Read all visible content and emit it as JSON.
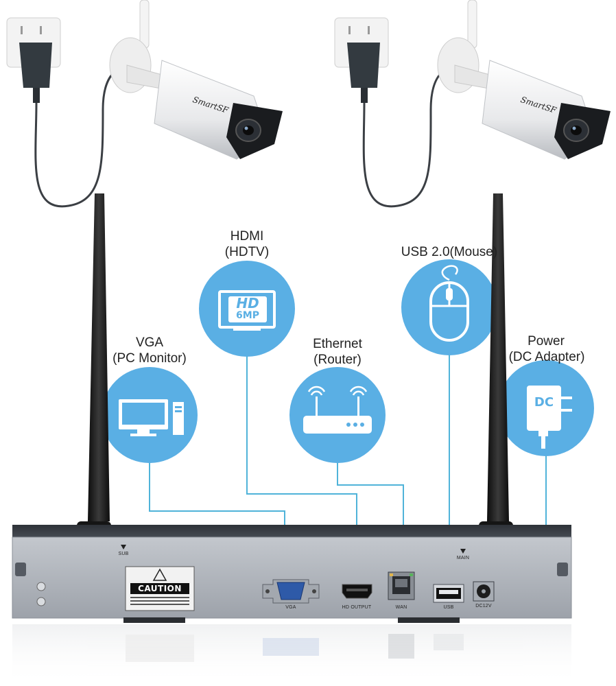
{
  "cameras": [
    {
      "brand": "SmartSF"
    },
    {
      "brand": "SmartSF"
    }
  ],
  "callouts": {
    "vga": {
      "line1": "VGA",
      "line2": "(PC Monitor)",
      "icon": "monitor-pc-icon"
    },
    "hdmi": {
      "line1": "HDMI",
      "line2": "(HDTV)",
      "icon": "hd-tv-icon",
      "badge_top": "HD",
      "badge_bottom": "6MP"
    },
    "ethernet": {
      "line1": "Ethernet",
      "line2": "(Router)",
      "icon": "router-icon"
    },
    "usb": {
      "line1": "USB 2.0(Mouse)",
      "icon": "mouse-icon"
    },
    "power": {
      "line1": "Power",
      "line2": "(DC Adapter)",
      "icon": "dc-adapter-icon",
      "badge": "DC"
    }
  },
  "nvr": {
    "caution": "CAUTION",
    "antenna_sub": "SUB",
    "antenna_main": "MAIN",
    "ports": {
      "vga": "VGA",
      "hdmi": "HD OUTPUT",
      "wan": "WAN",
      "usb": "USB",
      "dc": "DC12V"
    }
  },
  "colors": {
    "circle": "#5aafe4",
    "cable": "#4fb3d9",
    "nvr_body": "#a9aeb6",
    "antenna": "#1c1c1c"
  }
}
